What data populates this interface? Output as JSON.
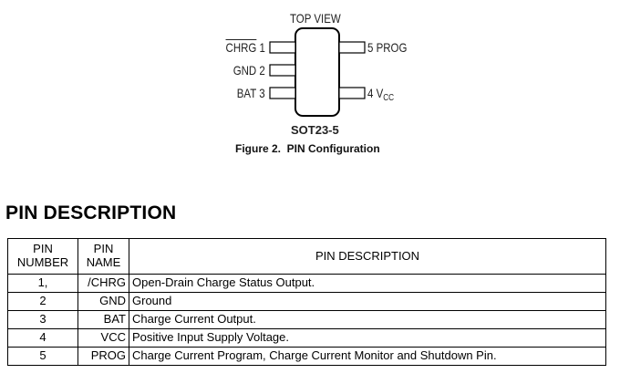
{
  "figure": {
    "top_view_label": "TOP VIEW",
    "left_pins": [
      {
        "name": "CHRG",
        "number": "1",
        "active_low": true
      },
      {
        "name": "GND",
        "number": "2"
      },
      {
        "name": "BAT",
        "number": "3"
      }
    ],
    "right_pins": [
      {
        "number": "5",
        "name": "PROG"
      },
      {
        "number": "4",
        "name": "V",
        "subscript": "CC"
      }
    ],
    "package": "SOT23-5",
    "caption": "Figure 2.  PIN Configuration"
  },
  "section_title": "PIN DESCRIPTION",
  "table": {
    "headers": {
      "number_line1": "PIN",
      "number_line2": "NUMBER",
      "name_line1": "PIN",
      "name_line2": "NAME",
      "description": "PIN DESCRIPTION"
    },
    "rows": [
      {
        "number": "1,",
        "name": "/CHRG",
        "description": "Open-Drain Charge Status Output."
      },
      {
        "number": "2",
        "name": "GND",
        "description": "Ground"
      },
      {
        "number": "3",
        "name": "BAT",
        "description": "Charge Current Output."
      },
      {
        "number": "4",
        "name": "VCC",
        "description": "Positive Input Supply Voltage."
      },
      {
        "number": "5",
        "name": "PROG",
        "description": "Charge Current Program, Charge Current Monitor and Shutdown Pin."
      }
    ]
  }
}
